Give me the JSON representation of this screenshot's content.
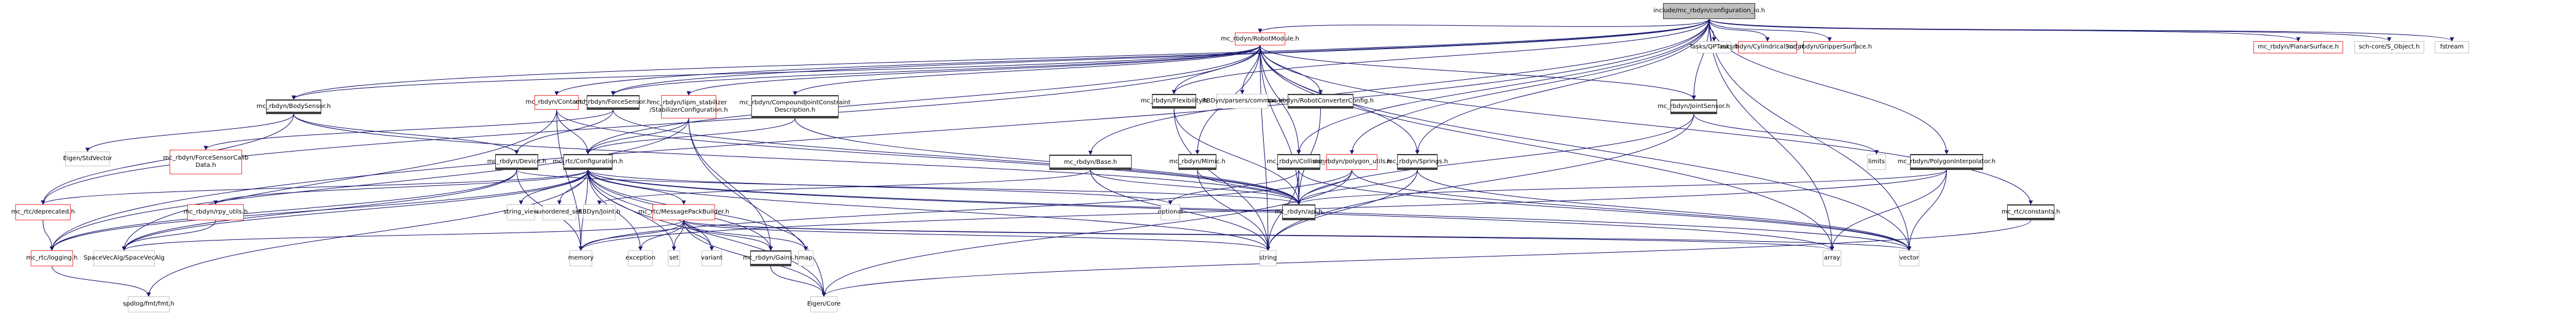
{
  "diagram": {
    "type": "include-dependency-graph",
    "edge_color": "#191970",
    "legend_colors": {
      "root_fill": "#bfbfbf",
      "documented_border": "#404040",
      "undocumented_border": "#f04040",
      "external_border": "#c8c8c8"
    },
    "nodes": [
      {
        "id": "root",
        "label": "include/mc_rbdyn/configuration_io.h",
        "kind": "root"
      },
      {
        "id": "RobotModule",
        "label": "mc_rbdyn/RobotModule.h",
        "kind": "undoc"
      },
      {
        "id": "QPTasks",
        "label": "Tasks/QPTasks.h",
        "kind": "ext"
      },
      {
        "id": "CylindricalSurface",
        "label": "mc_rbdyn/CylindricalSurface.h",
        "kind": "undoc"
      },
      {
        "id": "GripperSurface",
        "label": "mc_rbdyn/GripperSurface.h",
        "kind": "undoc"
      },
      {
        "id": "PlanarSurface",
        "label": "mc_rbdyn/PlanarSurface.h",
        "kind": "undoc"
      },
      {
        "id": "S_Object",
        "label": "sch-core/S_Object.h",
        "kind": "ext"
      },
      {
        "id": "fstream",
        "label": "fstream",
        "kind": "ext"
      },
      {
        "id": "BodySensor",
        "label": "mc_rbdyn/BodySensor.h",
        "kind": "doc"
      },
      {
        "id": "Contact",
        "label": "mc_rbdyn/Contact.h",
        "kind": "undoc"
      },
      {
        "id": "ForceSensor",
        "label": "mc_rbdyn/ForceSensor.h",
        "kind": "doc"
      },
      {
        "id": "StabilizerConfiguration",
        "label": "mc_rbdyn/lipm_stabilizer\n/StabilizerConfiguration.h",
        "kind": "undoc"
      },
      {
        "id": "CompoundJointConstraintDescription",
        "label": "mc_rbdyn/CompoundJointConstraint\nDescription.h",
        "kind": "doc"
      },
      {
        "id": "Flexibility",
        "label": "mc_rbdyn/Flexibility.h",
        "kind": "doc"
      },
      {
        "id": "ParsersCommon",
        "label": "RBDyn/parsers/common.h",
        "kind": "ext"
      },
      {
        "id": "RobotConverterConfig",
        "label": "mc_rbdyn/RobotConverterConfig.h",
        "kind": "doc"
      },
      {
        "id": "JointSensor",
        "label": "mc_rbdyn/JointSensor.h",
        "kind": "doc"
      },
      {
        "id": "StdVector",
        "label": "Eigen/StdVector",
        "kind": "ext"
      },
      {
        "id": "ForceSensorCalibData",
        "label": "mc_rbdyn/ForceSensorCalib\nData.h",
        "kind": "undoc"
      },
      {
        "id": "Device",
        "label": "mc_rbdyn/Device.h",
        "kind": "doc"
      },
      {
        "id": "Configuration",
        "label": "mc_rtc/Configuration.h",
        "kind": "doc"
      },
      {
        "id": "Base",
        "label": "mc_rbdyn/Base.h",
        "kind": "doc"
      },
      {
        "id": "Mimic",
        "label": "mc_rbdyn/Mimic.h",
        "kind": "doc"
      },
      {
        "id": "Collision",
        "label": "mc_rbdyn/Collision.h",
        "kind": "doc"
      },
      {
        "id": "polygon_utils",
        "label": "mc_rbdyn/polygon_utils.h",
        "kind": "undoc"
      },
      {
        "id": "Springs",
        "label": "mc_rbdyn/Springs.h",
        "kind": "doc"
      },
      {
        "id": "limits",
        "label": "limits",
        "kind": "ext"
      },
      {
        "id": "PolygonInterpolator",
        "label": "mc_rbdyn/PolygonInterpolator.h",
        "kind": "doc"
      },
      {
        "id": "deprecated",
        "label": "mc_rtc/deprecated.h",
        "kind": "undoc"
      },
      {
        "id": "rpy_utils",
        "label": "mc_rbdyn/rpy_utils.h",
        "kind": "undoc"
      },
      {
        "id": "string_view",
        "label": "string_view",
        "kind": "ext"
      },
      {
        "id": "unordered_set",
        "label": "unordered_set",
        "kind": "ext"
      },
      {
        "id": "RBDynJoint",
        "label": "RBDyn/Joint.h",
        "kind": "ext"
      },
      {
        "id": "MessagePackBuilder",
        "label": "mc_rtc/MessagePackBuilder.h",
        "kind": "undoc"
      },
      {
        "id": "optional",
        "label": "optional",
        "kind": "ext"
      },
      {
        "id": "api",
        "label": "mc_rbdyn/api.h",
        "kind": "doc"
      },
      {
        "id": "constants",
        "label": "mc_rtc/constants.h",
        "kind": "doc"
      },
      {
        "id": "logging",
        "label": "mc_rtc/logging.h",
        "kind": "undoc"
      },
      {
        "id": "SpaceVecAlg",
        "label": "SpaceVecAlg/SpaceVecAlg",
        "kind": "ext"
      },
      {
        "id": "memory",
        "label": "memory",
        "kind": "ext"
      },
      {
        "id": "exception",
        "label": "exception",
        "kind": "ext"
      },
      {
        "id": "set",
        "label": "set",
        "kind": "ext"
      },
      {
        "id": "variant",
        "label": "variant",
        "kind": "ext"
      },
      {
        "id": "Gains",
        "label": "mc_rbdyn/Gains.h",
        "kind": "doc"
      },
      {
        "id": "map",
        "label": "map",
        "kind": "ext"
      },
      {
        "id": "string",
        "label": "string",
        "kind": "ext"
      },
      {
        "id": "array",
        "label": "array",
        "kind": "ext"
      },
      {
        "id": "vector",
        "label": "vector",
        "kind": "ext"
      },
      {
        "id": "fmt",
        "label": "spdlog/fmt/fmt.h",
        "kind": "ext"
      },
      {
        "id": "EigenCore",
        "label": "Eigen/Core",
        "kind": "ext"
      }
    ],
    "edges": [
      [
        "root",
        "RobotModule"
      ],
      [
        "root",
        "QPTasks"
      ],
      [
        "root",
        "CylindricalSurface"
      ],
      [
        "root",
        "GripperSurface"
      ],
      [
        "root",
        "PlanarSurface"
      ],
      [
        "root",
        "S_Object"
      ],
      [
        "root",
        "fstream"
      ],
      [
        "root",
        "BodySensor"
      ],
      [
        "root",
        "Contact"
      ],
      [
        "root",
        "ForceSensor"
      ],
      [
        "root",
        "Flexibility"
      ],
      [
        "root",
        "JointSensor"
      ],
      [
        "root",
        "Collision"
      ],
      [
        "root",
        "polygon_utils"
      ],
      [
        "root",
        "Springs"
      ],
      [
        "root",
        "PolygonInterpolator"
      ],
      [
        "root",
        "Base"
      ],
      [
        "root",
        "logging"
      ],
      [
        "root",
        "array"
      ],
      [
        "root",
        "vector"
      ],
      [
        "RobotModule",
        "BodySensor"
      ],
      [
        "RobotModule",
        "ForceSensor"
      ],
      [
        "RobotModule",
        "StabilizerConfiguration"
      ],
      [
        "RobotModule",
        "CompoundJointConstraintDescription"
      ],
      [
        "RobotModule",
        "Flexibility"
      ],
      [
        "RobotModule",
        "ParsersCommon"
      ],
      [
        "RobotModule",
        "RobotConverterConfig"
      ],
      [
        "RobotModule",
        "JointSensor"
      ],
      [
        "RobotModule",
        "Mimic"
      ],
      [
        "RobotModule",
        "Collision"
      ],
      [
        "RobotModule",
        "Springs"
      ],
      [
        "RobotModule",
        "Configuration"
      ],
      [
        "RobotModule",
        "deprecated"
      ],
      [
        "RobotModule",
        "api"
      ],
      [
        "RobotModule",
        "constants"
      ],
      [
        "RobotModule",
        "string"
      ],
      [
        "RobotModule",
        "vector"
      ],
      [
        "RobotModule",
        "array"
      ],
      [
        "BodySensor",
        "Device"
      ],
      [
        "BodySensor",
        "StdVector"
      ],
      [
        "BodySensor",
        "deprecated"
      ],
      [
        "BodySensor",
        "api"
      ],
      [
        "Contact",
        "Configuration"
      ],
      [
        "Contact",
        "SpaceVecAlg"
      ],
      [
        "Contact",
        "memory"
      ],
      [
        "Contact",
        "api"
      ],
      [
        "ForceSensor",
        "Device"
      ],
      [
        "ForceSensor",
        "ForceSensorCalibData"
      ],
      [
        "ForceSensor",
        "api"
      ],
      [
        "StabilizerConfiguration",
        "Configuration"
      ],
      [
        "StabilizerConfiguration",
        "logging"
      ],
      [
        "StabilizerConfiguration",
        "Gains"
      ],
      [
        "StabilizerConfiguration",
        "EigenCore"
      ],
      [
        "CompoundJointConstraintDescription",
        "Configuration"
      ],
      [
        "CompoundJointConstraintDescription",
        "api"
      ],
      [
        "Flexibility",
        "api"
      ],
      [
        "Flexibility",
        "string"
      ],
      [
        "RobotConverterConfig",
        "api"
      ],
      [
        "JointSensor",
        "limits"
      ],
      [
        "JointSensor",
        "string"
      ],
      [
        "JointSensor",
        "api"
      ],
      [
        "Device",
        "logging"
      ],
      [
        "Device",
        "SpaceVecAlg"
      ],
      [
        "Device",
        "memory"
      ],
      [
        "Device",
        "api"
      ],
      [
        "Configuration",
        "string_view"
      ],
      [
        "Configuration",
        "unordered_set"
      ],
      [
        "Configuration",
        "MessagePackBuilder"
      ],
      [
        "Configuration",
        "deprecated"
      ],
      [
        "Configuration",
        "rpy_utils"
      ],
      [
        "Configuration",
        "logging"
      ],
      [
        "Configuration",
        "SpaceVecAlg"
      ],
      [
        "Configuration",
        "memory"
      ],
      [
        "Configuration",
        "exception"
      ],
      [
        "Configuration",
        "set"
      ],
      [
        "Configuration",
        "variant"
      ],
      [
        "Configuration",
        "map"
      ],
      [
        "Configuration",
        "string"
      ],
      [
        "Configuration",
        "array"
      ],
      [
        "Configuration",
        "vector"
      ],
      [
        "Configuration",
        "optional"
      ],
      [
        "Configuration",
        "EigenCore"
      ],
      [
        "Configuration",
        "Gains"
      ],
      [
        "Configuration",
        "fmt"
      ],
      [
        "Base",
        "RBDynJoint"
      ],
      [
        "Base",
        "api"
      ],
      [
        "Base",
        "string"
      ],
      [
        "Mimic",
        "api"
      ],
      [
        "Mimic",
        "string"
      ],
      [
        "Collision",
        "api"
      ],
      [
        "Collision",
        "optional"
      ],
      [
        "Collision",
        "string"
      ],
      [
        "Collision",
        "vector"
      ],
      [
        "polygon_utils",
        "api"
      ],
      [
        "polygon_utils",
        "EigenCore"
      ],
      [
        "polygon_utils",
        "vector"
      ],
      [
        "polygon_utils",
        "memory"
      ],
      [
        "Springs",
        "api"
      ],
      [
        "Springs",
        "string"
      ],
      [
        "Springs",
        "vector"
      ],
      [
        "PolygonInterpolator",
        "api"
      ],
      [
        "PolygonInterpolator",
        "array"
      ],
      [
        "PolygonInterpolator",
        "vector"
      ],
      [
        "PolygonInterpolator",
        "memory"
      ],
      [
        "deprecated",
        "logging"
      ],
      [
        "rpy_utils",
        "SpaceVecAlg"
      ],
      [
        "MessagePackBuilder",
        "SpaceVecAlg"
      ],
      [
        "MessagePackBuilder",
        "memory"
      ],
      [
        "MessagePackBuilder",
        "exception"
      ],
      [
        "MessagePackBuilder",
        "set"
      ],
      [
        "MessagePackBuilder",
        "variant"
      ],
      [
        "MessagePackBuilder",
        "Gains"
      ],
      [
        "MessagePackBuilder",
        "map"
      ],
      [
        "MessagePackBuilder",
        "string"
      ],
      [
        "MessagePackBuilder",
        "array"
      ],
      [
        "MessagePackBuilder",
        "vector"
      ],
      [
        "MessagePackBuilder",
        "EigenCore"
      ],
      [
        "logging",
        "fmt"
      ],
      [
        "Gains",
        "EigenCore"
      ],
      [
        "constants",
        "EigenCore"
      ]
    ]
  }
}
